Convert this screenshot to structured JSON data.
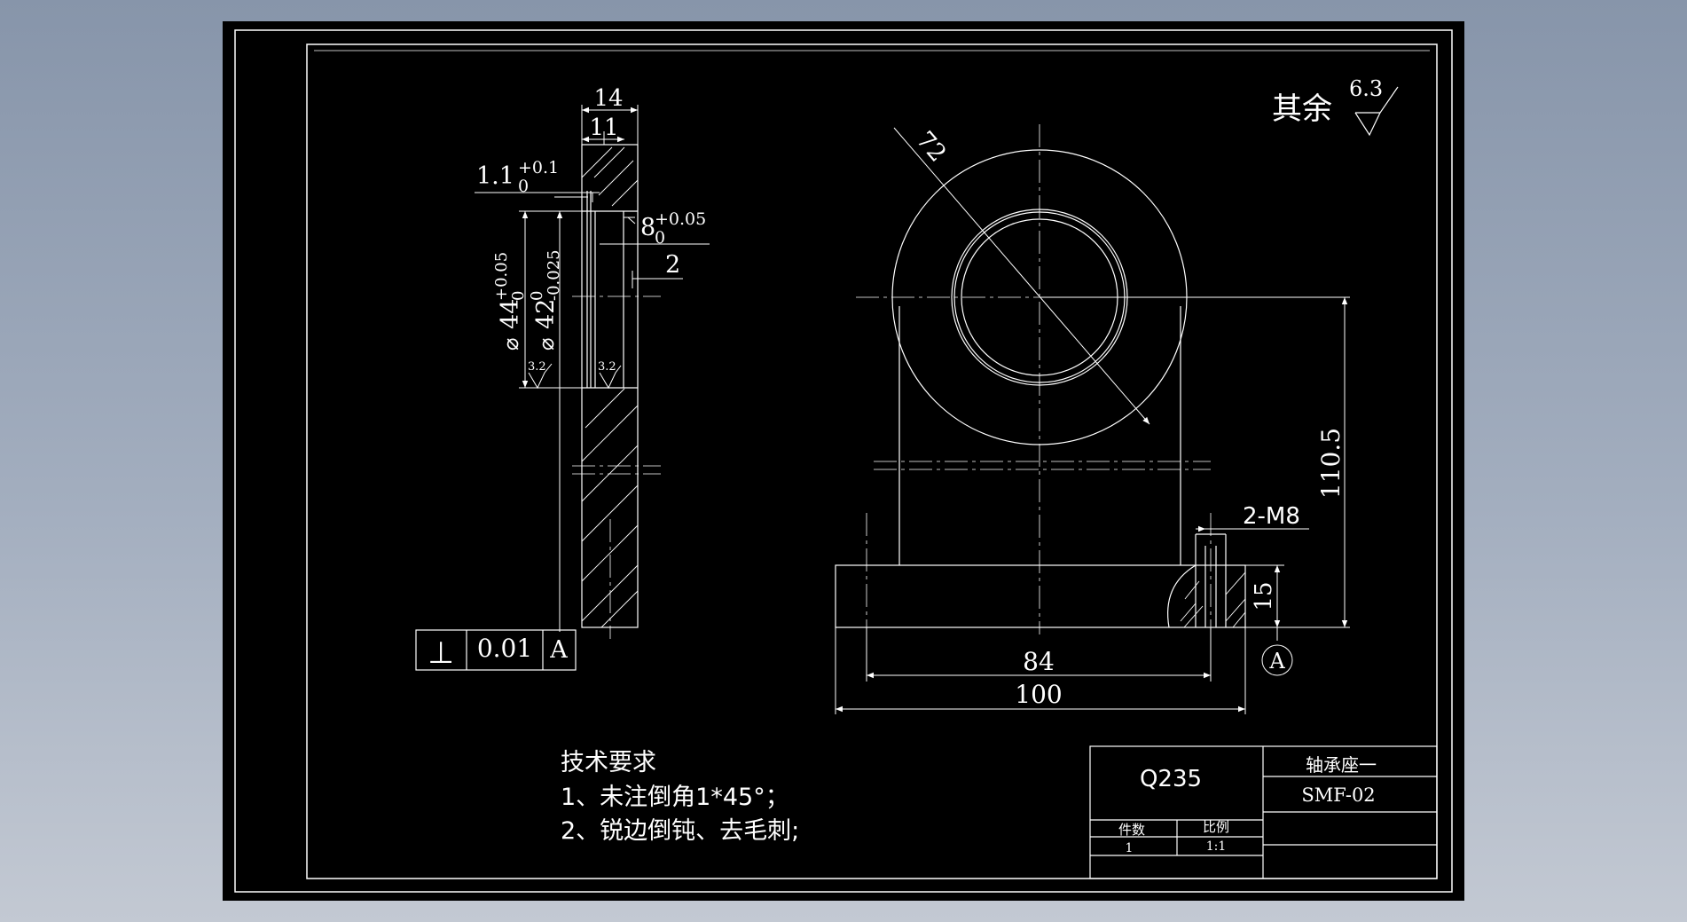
{
  "colors": {
    "background": "#8f9cb0",
    "sheet": "#000000",
    "line": "#ffffff"
  },
  "dimensions": {
    "side_width_total": "14",
    "side_width_inner": "11",
    "groove_width": "1.1",
    "groove_width_upper": "+0.1",
    "groove_width_lower": "0",
    "depth": "8",
    "depth_upper": "+0.05",
    "depth_lower": "0",
    "step": "2",
    "dia_outer_prefix": "⌀",
    "dia_outer": "44",
    "dia_outer_upper": "+0.05",
    "dia_outer_lower": "0",
    "dia_inner_prefix": "⌀",
    "dia_inner": "42",
    "dia_inner_upper": "0",
    "dia_inner_lower": "-0.025",
    "roughness_left": "3.2",
    "roughness_right": "3.2",
    "radius": "72",
    "height": "110.5",
    "thread": "2-M8",
    "base_thickness": "15",
    "hole_spacing": "84",
    "base_length": "100"
  },
  "tolerance": {
    "symbol": "⊥",
    "value": "0.01",
    "datum": "A"
  },
  "datum_label": "A",
  "roughness_note": {
    "text": "其余",
    "value": "6.3"
  },
  "tech_requirements": {
    "title": "技术要求",
    "items": [
      "1、未注倒角1*45°；",
      "2、锐边倒钝、去毛刺;"
    ]
  },
  "title_block": {
    "material": "Q235",
    "part_name": "轴承座一",
    "drawing_no": "SMF-02",
    "qty_label": "件数",
    "scale_label": "比例",
    "qty_value": "1",
    "scale_value": "1:1"
  }
}
